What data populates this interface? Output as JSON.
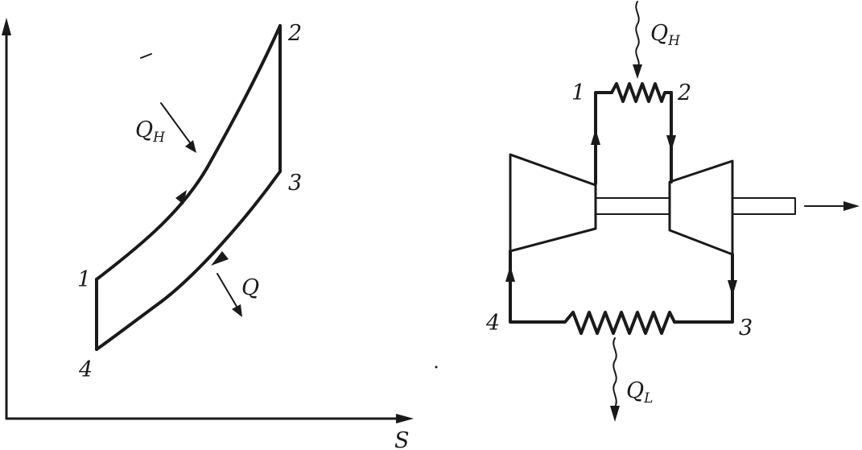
{
  "ts_diagram": {
    "axis_s_label": "S",
    "points": {
      "p1": "1",
      "p2": "2",
      "p3": "3",
      "p4": "4"
    },
    "heat_in": {
      "main": "Q",
      "sub": "H"
    },
    "heat_out": {
      "main": "Q",
      "sub": ""
    }
  },
  "cycle_schematic": {
    "points": {
      "p1": "1",
      "p2": "2",
      "p3": "3",
      "p4": "4"
    },
    "heat_in": {
      "main": "Q",
      "sub": "H"
    },
    "heat_out": {
      "main": "Q",
      "sub": "L"
    }
  }
}
